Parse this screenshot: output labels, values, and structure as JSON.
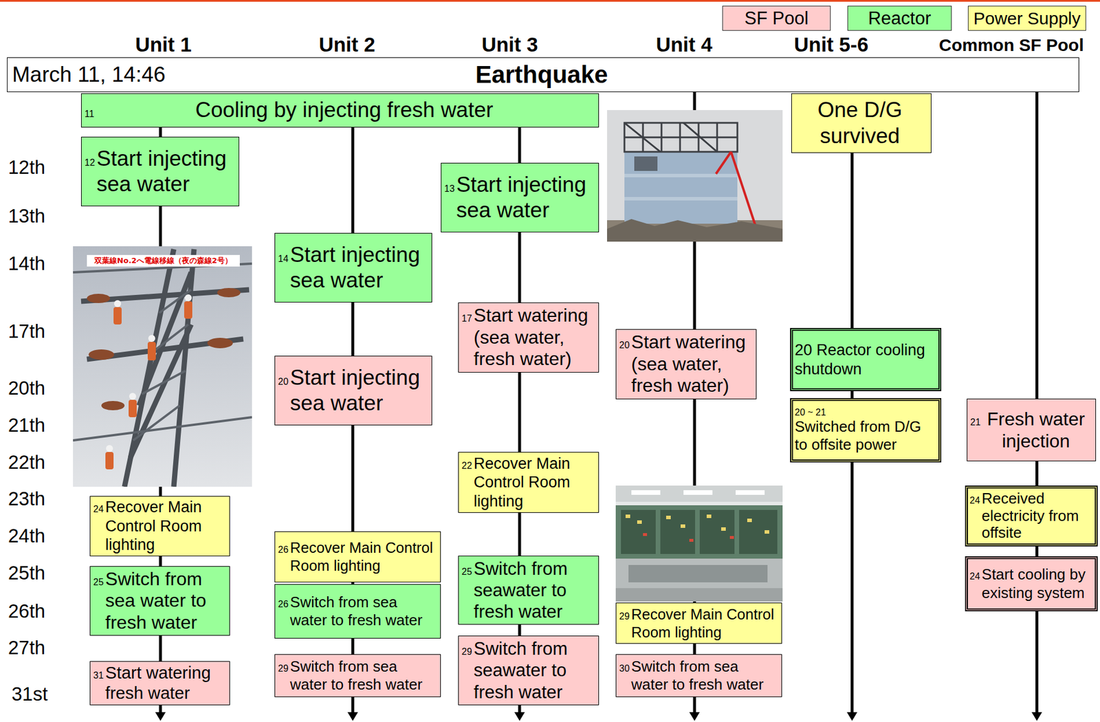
{
  "diagram": {
    "nodes": [
      {
        "text": [
          "March 11, 14:46",
          "Earthquake"
        ]
      },
      {
        "text": [
          "11",
          "Cooling by injecting fresh water"
        ]
      },
      {
        "text": [
          "One D/G survived"
        ]
      },
      {
        "text": [
          "12",
          "Start injecting sea water"
        ]
      },
      {
        "text": [
          "13",
          "Start injecting sea water"
        ]
      },
      {
        "text": [
          "14",
          "Start injecting sea water"
        ]
      },
      {
        "text": [
          "17",
          "Start watering (sea water, fresh water)"
        ]
      },
      {
        "text": [
          "20",
          "Start watering (sea water, fresh water)"
        ]
      },
      {
        "text": [
          "20 Reactor cooling shutdown"
        ]
      },
      {
        "text": [
          "20",
          "Start injecting sea water"
        ]
      },
      {
        "text": [
          "20 ~ 21",
          "Switched from D/G to offsite power"
        ]
      },
      {
        "text": [
          "21",
          "Fresh water injection"
        ]
      },
      {
        "text": [
          "22",
          "Recover Main Control Room lighting"
        ]
      },
      {
        "text": [
          "24",
          "Recover Main Control Room lighting"
        ]
      },
      {
        "text": [
          "24",
          "Received electricity from offsite"
        ]
      },
      {
        "text": [
          "26",
          "Recover Main Control Room lighting"
        ]
      },
      {
        "text": [
          "24",
          "Start cooling by existing system"
        ]
      },
      {
        "text": [
          "25",
          "Switch from sea water to fresh water"
        ]
      },
      {
        "text": [
          "25",
          "Switch from seawater to fresh water"
        ]
      },
      {
        "text": [
          "26",
          "Switch from sea water to fresh water"
        ]
      },
      {
        "text": [
          "29",
          "Recover Main Control Room lighting"
        ]
      },
      {
        "text": [
          "31",
          "Start watering fresh water"
        ]
      },
      {
        "text": [
          "29",
          "Switch from sea water to fresh water"
        ]
      },
      {
        "text": [
          "29",
          "Switch from seawater to fresh water"
        ]
      },
      {
        "text": [
          "30",
          "Switch from sea water to fresh water"
        ]
      }
    ],
    "edges": [
      {
        "from": 1,
        "to": 3,
        "arrow": "none"
      },
      {
        "from": 3,
        "to": 13,
        "arrow": "none"
      },
      {
        "from": 13,
        "to": 17,
        "arrow": "none"
      },
      {
        "from": 17,
        "to": 21,
        "arrow": "none"
      },
      {
        "from": 1,
        "to": 5,
        "arrow": "none"
      },
      {
        "from": 5,
        "to": 9,
        "arrow": "none"
      },
      {
        "from": 9,
        "to": 15,
        "arrow": "none"
      },
      {
        "from": 15,
        "to": 19,
        "arrow": "none"
      },
      {
        "from": 19,
        "to": 22,
        "arrow": "none"
      },
      {
        "from": 1,
        "to": 4,
        "arrow": "none"
      },
      {
        "from": 4,
        "to": 6,
        "arrow": "none"
      },
      {
        "from": 6,
        "to": 12,
        "arrow": "none"
      },
      {
        "from": 12,
        "to": 18,
        "arrow": "none"
      },
      {
        "from": 18,
        "to": 23,
        "arrow": "none"
      },
      {
        "from": 0,
        "to": 7,
        "arrow": "none"
      },
      {
        "from": 7,
        "to": 20,
        "arrow": "none"
      },
      {
        "from": 20,
        "to": 24,
        "arrow": "none"
      },
      {
        "from": 2,
        "to": 8,
        "arrow": "none"
      },
      {
        "from": 8,
        "to": 10,
        "arrow": "none"
      },
      {
        "from": 0,
        "to": 11,
        "arrow": "none"
      },
      {
        "from": 11,
        "to": 14,
        "arrow": "none"
      },
      {
        "from": 14,
        "to": 16,
        "arrow": "none"
      }
    ],
    "labels": [
      "Unit 1",
      "Unit 2",
      "Unit 3",
      "Unit 4",
      "Unit 5-6",
      "Common SF Pool",
      "12th",
      "13th",
      "14th",
      "17th",
      "20th",
      "21th",
      "22th",
      "23th",
      "24th",
      "25th",
      "26th",
      "27th",
      "31st",
      "双葉線No.2へ電線移線（夜の森線2号）"
    ],
    "legend": [
      {
        "text": "SF Pool",
        "color": "#ffcccc"
      },
      {
        "text": "Reactor",
        "color": "#99ff99"
      },
      {
        "text": "Power Supply",
        "color": "#ffff99"
      }
    ]
  }
}
